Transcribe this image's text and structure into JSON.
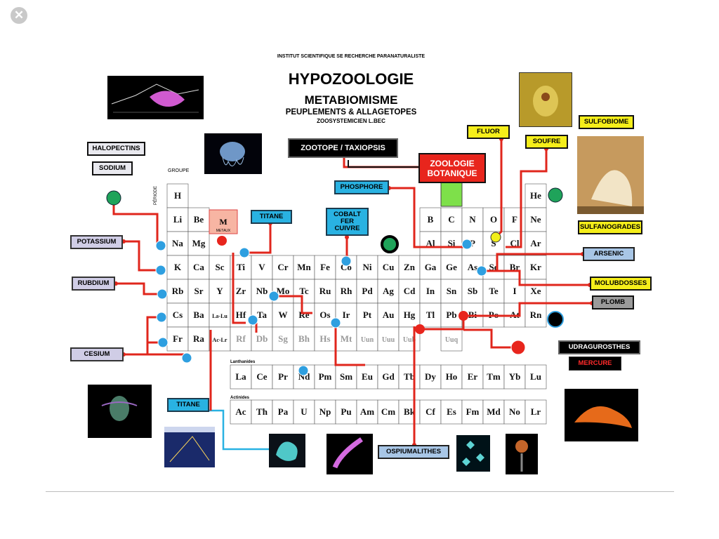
{
  "header": {
    "institute": "INSTITUT SCIENTIFIQUE SE RECHERCHE PARANATURALISTE",
    "title": "HYPOZOOLOGIE",
    "subtitle": "METABIOMISME",
    "line3": "PEUPLEMENTS & ALLAGETOPES",
    "line4": "ZOOSYSTEMICIEN L.BEC"
  },
  "labels": {
    "halopectins": "HALOPECTINS",
    "sodium": "SODIUM",
    "potassium": "POTASSIUM",
    "rubdium": "RUBDIUM",
    "cesium": "CESIUM",
    "titane_top": "TITANE",
    "titane_bottom": "TITANE",
    "cobalt": "COBALT\nFER\nCUIVRE",
    "phosphore": "PHOSPHORE",
    "zootope": "ZOOTOPE / TAXIOPSIS",
    "zoologie": "ZOOLOGIE\nBOTANIQUE",
    "fluor": "FLUOR",
    "soufre": "SOUFRE",
    "sulfobiome": "SULFOBIOME",
    "sulfanogrades": "SULFANOGRADES",
    "arsenic": "ARSENIC",
    "molubdosses": "MOLUBDOSSES",
    "plomb": "PLOMB",
    "udragurosthes": "UDRAGUROSTHES",
    "mercure": "MERCURE",
    "ospiumalithes": "OSPIUMALITHES"
  },
  "table": {
    "groupe_label": "GROUPE",
    "period_label": "PÉRIODE",
    "lanthanides_label": "Lanthanides",
    "actinides_label": "Actinides",
    "metal_word": "METAUX",
    "metal_symbol": "M",
    "main_symbols": [
      [
        "H",
        "",
        "",
        "",
        "",
        "",
        "",
        "",
        "",
        "",
        "",
        "",
        "",
        "",
        "",
        "",
        "",
        "He"
      ],
      [
        "Li",
        "Be",
        "",
        "",
        "",
        "",
        "",
        "",
        "",
        "",
        "",
        "",
        "B",
        "C",
        "N",
        "O",
        "F",
        "Ne"
      ],
      [
        "Na",
        "Mg",
        "",
        "",
        "",
        "",
        "",
        "",
        "",
        "",
        "",
        "",
        "Al",
        "Si",
        "P",
        "S",
        "Cl",
        "Ar"
      ],
      [
        "K",
        "Ca",
        "Sc",
        "Ti",
        "V",
        "Cr",
        "Mn",
        "Fe",
        "Co",
        "Ni",
        "Cu",
        "Zn",
        "Ga",
        "Ge",
        "As",
        "Se",
        "Br",
        "Kr"
      ],
      [
        "Rb",
        "Sr",
        "Y",
        "Zr",
        "Nb",
        "Mo",
        "Tc",
        "Ru",
        "Rh",
        "Pd",
        "Ag",
        "Cd",
        "In",
        "Sn",
        "Sb",
        "Te",
        "I",
        "Xe"
      ],
      [
        "Cs",
        "Ba",
        "La-Lu",
        "Hf",
        "Ta",
        "W",
        "Re",
        "Os",
        "Ir",
        "Pt",
        "Au",
        "Hg",
        "Tl",
        "Pb",
        "Bi",
        "Po",
        "At",
        "Rn"
      ],
      [
        "Fr",
        "Ra",
        "Ac-Lr",
        "Rf",
        "Db",
        "Sg",
        "Bh",
        "Hs",
        "Mt",
        "Uun",
        "Uuu",
        "Uub",
        "",
        "Uuq",
        "",
        "",
        "",
        ""
      ]
    ],
    "lanthanides": [
      "La",
      "Ce",
      "Pr",
      "Nd",
      "Pm",
      "Sm",
      "Eu",
      "Gd",
      "Tb",
      "Dy",
      "Ho",
      "Er",
      "Tm",
      "Yb",
      "Lu"
    ],
    "actinides": [
      "Ac",
      "Th",
      "Pa",
      "U",
      "Np",
      "Pu",
      "Am",
      "Cm",
      "Bk",
      "Cf",
      "Es",
      "Fm",
      "Md",
      "No",
      "Lr"
    ]
  },
  "colors": {
    "line_red": "#e0261c",
    "line_cyan": "#29b2e2",
    "dot_blue": "#2e9fe0",
    "dot_green": "#1fa35a",
    "dot_red": "#e8251d",
    "dot_yellow": "#f2ee1a",
    "green_box": "#7ee04a"
  },
  "icons": {
    "close": "close-icon"
  }
}
